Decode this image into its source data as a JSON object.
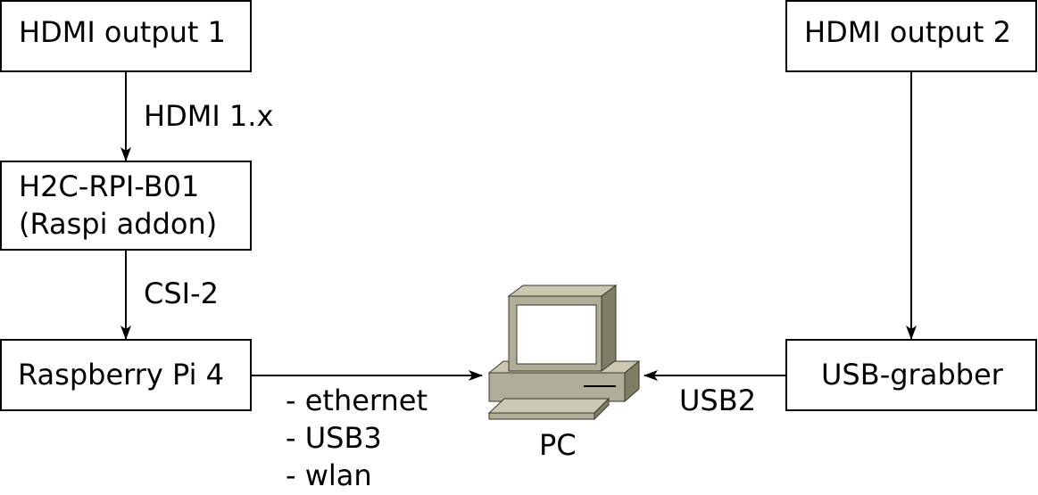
{
  "nodes": {
    "hdmi_out1": "HDMI output 1",
    "hdmi_out2": "HDMI output 2",
    "h2c_line1": "H2C-RPI-B01",
    "h2c_line2": "(Raspi addon)",
    "raspi": "Raspberry Pi 4",
    "usb_grabber": "USB-grabber",
    "pc": "PC"
  },
  "edges": {
    "hdmi": "HDMI 1.x",
    "csi": "CSI-2",
    "usb2": "USB2",
    "raspi_pc_1": "- ethernet",
    "raspi_pc_2": "- USB3",
    "raspi_pc_3": "- wlan"
  },
  "colors": {
    "pc_light": "#cac8b1",
    "pc_mid": "#b0ae98",
    "pc_dark": "#7f7e65"
  }
}
